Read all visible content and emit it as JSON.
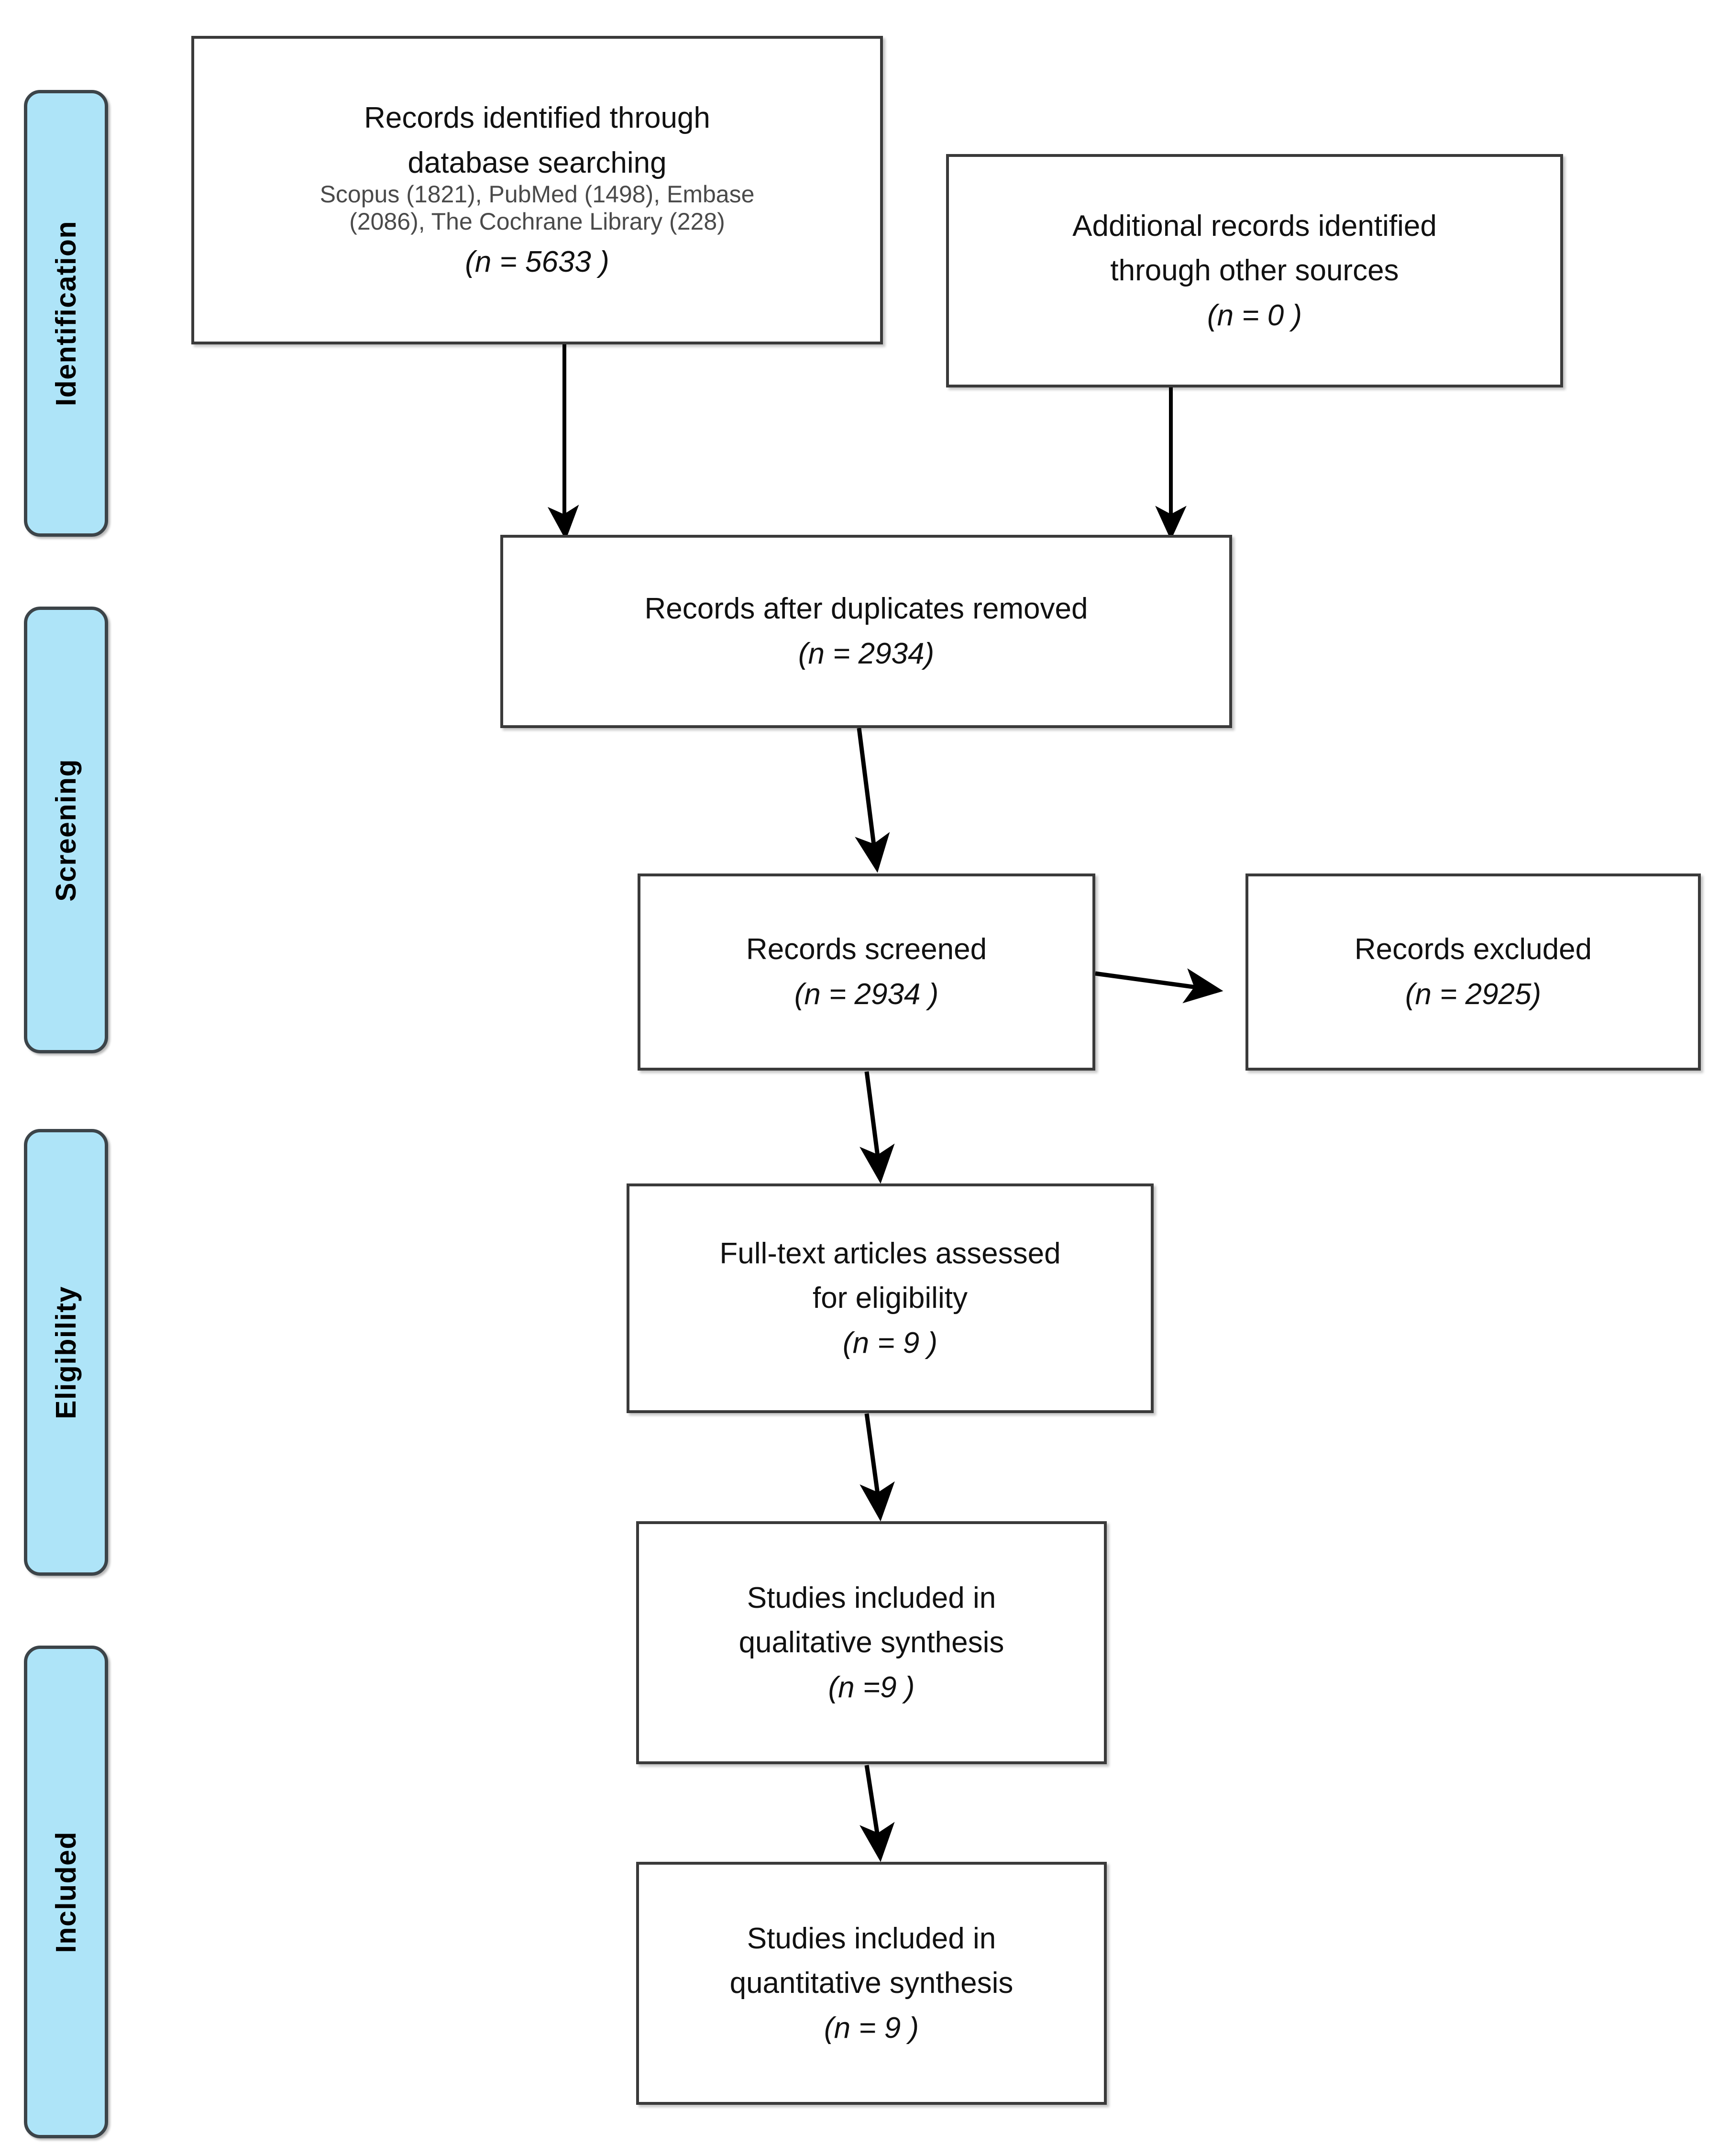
{
  "diagram": {
    "title": "PRISMA flow diagram",
    "accent_color": "#AEE4F8",
    "border_color": "#3a3a3a",
    "background_color": "#ffffff"
  },
  "stages": [
    {
      "label": "Identification"
    },
    {
      "label": "Screening"
    },
    {
      "label": "Eligibility"
    },
    {
      "label": "Included"
    }
  ],
  "boxes": {
    "identified_db": {
      "line1": "Records identified through",
      "line2": "database searching",
      "detail1": "Scopus (1821), PubMed (1498), Embase",
      "detail2": "(2086), The Cochrane Library (228)",
      "count": "(n = 5633 )"
    },
    "identified_other": {
      "line1": "Additional records identified",
      "line2": "through other sources",
      "count": "(n = 0 )"
    },
    "duplicates_removed": {
      "line1": "Records after duplicates removed",
      "count": "(n = 2934)"
    },
    "records_screened": {
      "line1": "Records screened",
      "count": "(n = 2934 )"
    },
    "records_excluded": {
      "line1": "Records excluded",
      "count": "(n = 2925)"
    },
    "fulltext_assessed": {
      "line1": "Full-text articles assessed",
      "line2": "for eligibility",
      "count": "(n = 9 )"
    },
    "qualitative": {
      "line1": "Studies included in",
      "line2": "qualitative synthesis",
      "count": "(n =9 )"
    },
    "quantitative": {
      "line1": "Studies included in",
      "line2": "quantitative synthesis",
      "count": "(n = 9 )"
    }
  },
  "counts": {
    "records_identified_database": 5633,
    "scopus": 1821,
    "pubmed": 1498,
    "embase": 2086,
    "cochrane_library": 228,
    "additional_records_other_sources": 0,
    "records_after_duplicates_removed": 2934,
    "records_screened": 2934,
    "records_excluded": 2925,
    "fulltext_assessed": 9,
    "studies_qualitative": 9,
    "studies_quantitative": 9
  }
}
